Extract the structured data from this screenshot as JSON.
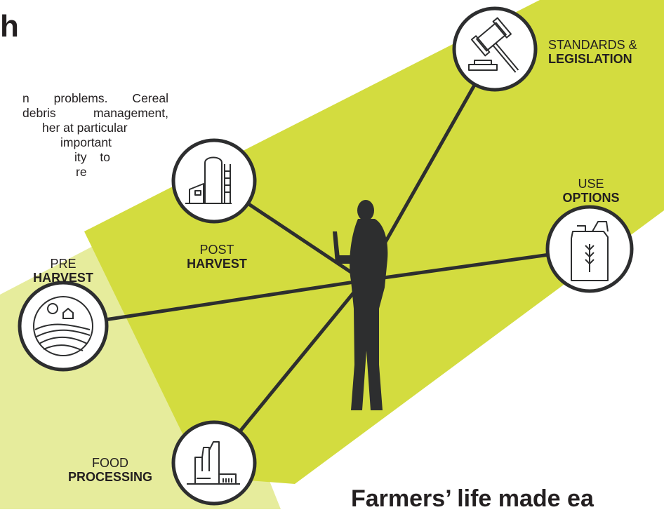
{
  "heading_fragment": "h",
  "intro_lines": [
    "n problems. Cereal",
    "debris management,",
    "her at particular",
    "important",
    "ity to",
    "re"
  ],
  "nodes": {
    "standards": {
      "top": "STANDARDS &",
      "bottom": "LEGISLATION",
      "icon": "gavel-icon"
    },
    "use": {
      "top": "USE",
      "bottom": "OPTIONS",
      "icon": "jerrycan-wheat-icon"
    },
    "post_harvest": {
      "top": "POST",
      "bottom": "HARVEST",
      "icon": "silo-icon"
    },
    "pre_harvest": {
      "top": "PRE",
      "bottom": "HARVEST",
      "icon": "field-landscape-icon"
    },
    "food_processing": {
      "top": "FOOD",
      "bottom": "PROCESSING",
      "icon": "factory-icon"
    }
  },
  "tagline": "Farmers’ life made ea",
  "colors": {
    "accent": "#d3dc3f",
    "accent_light": "#e5eb9a",
    "dark": "#2d2e2f",
    "text": "#231f20"
  }
}
